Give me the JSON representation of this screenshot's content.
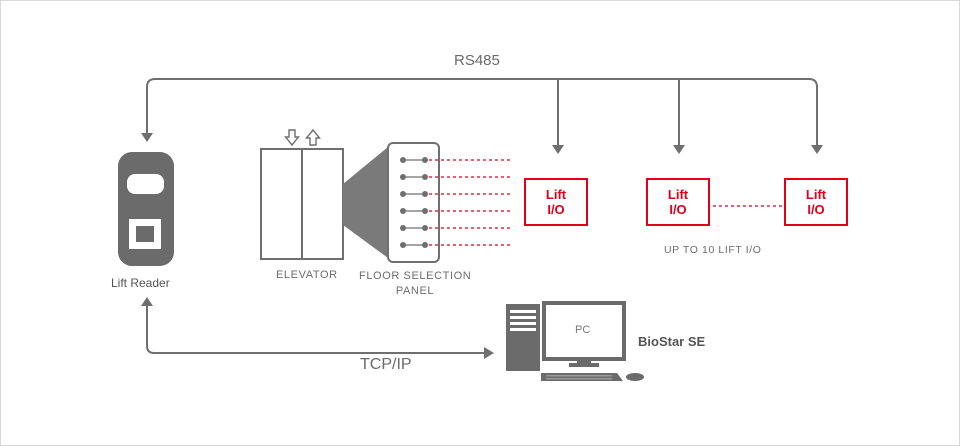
{
  "bus": {
    "rs485_label": "RS485",
    "tcpip_label": "TCP/IP"
  },
  "reader": {
    "label": "Lift Reader"
  },
  "elevator": {
    "label": "ELEVATOR"
  },
  "panel": {
    "label_line1": "FLOOR SELECTION",
    "label_line2": "PANEL"
  },
  "lift_io": [
    {
      "line1": "Lift",
      "line2": "I/O"
    },
    {
      "line1": "Lift",
      "line2": "I/O"
    },
    {
      "line1": "Lift",
      "line2": "I/O"
    }
  ],
  "lift_io_note": "UP TO 10 LIFT I/O",
  "pc": {
    "screen_label": "PC",
    "software_label": "BioStar SE"
  },
  "colors": {
    "line": "#6f6f6f",
    "accent": "#e0001b",
    "device": "#6b6b6b",
    "panel": "#7a7a7a"
  }
}
